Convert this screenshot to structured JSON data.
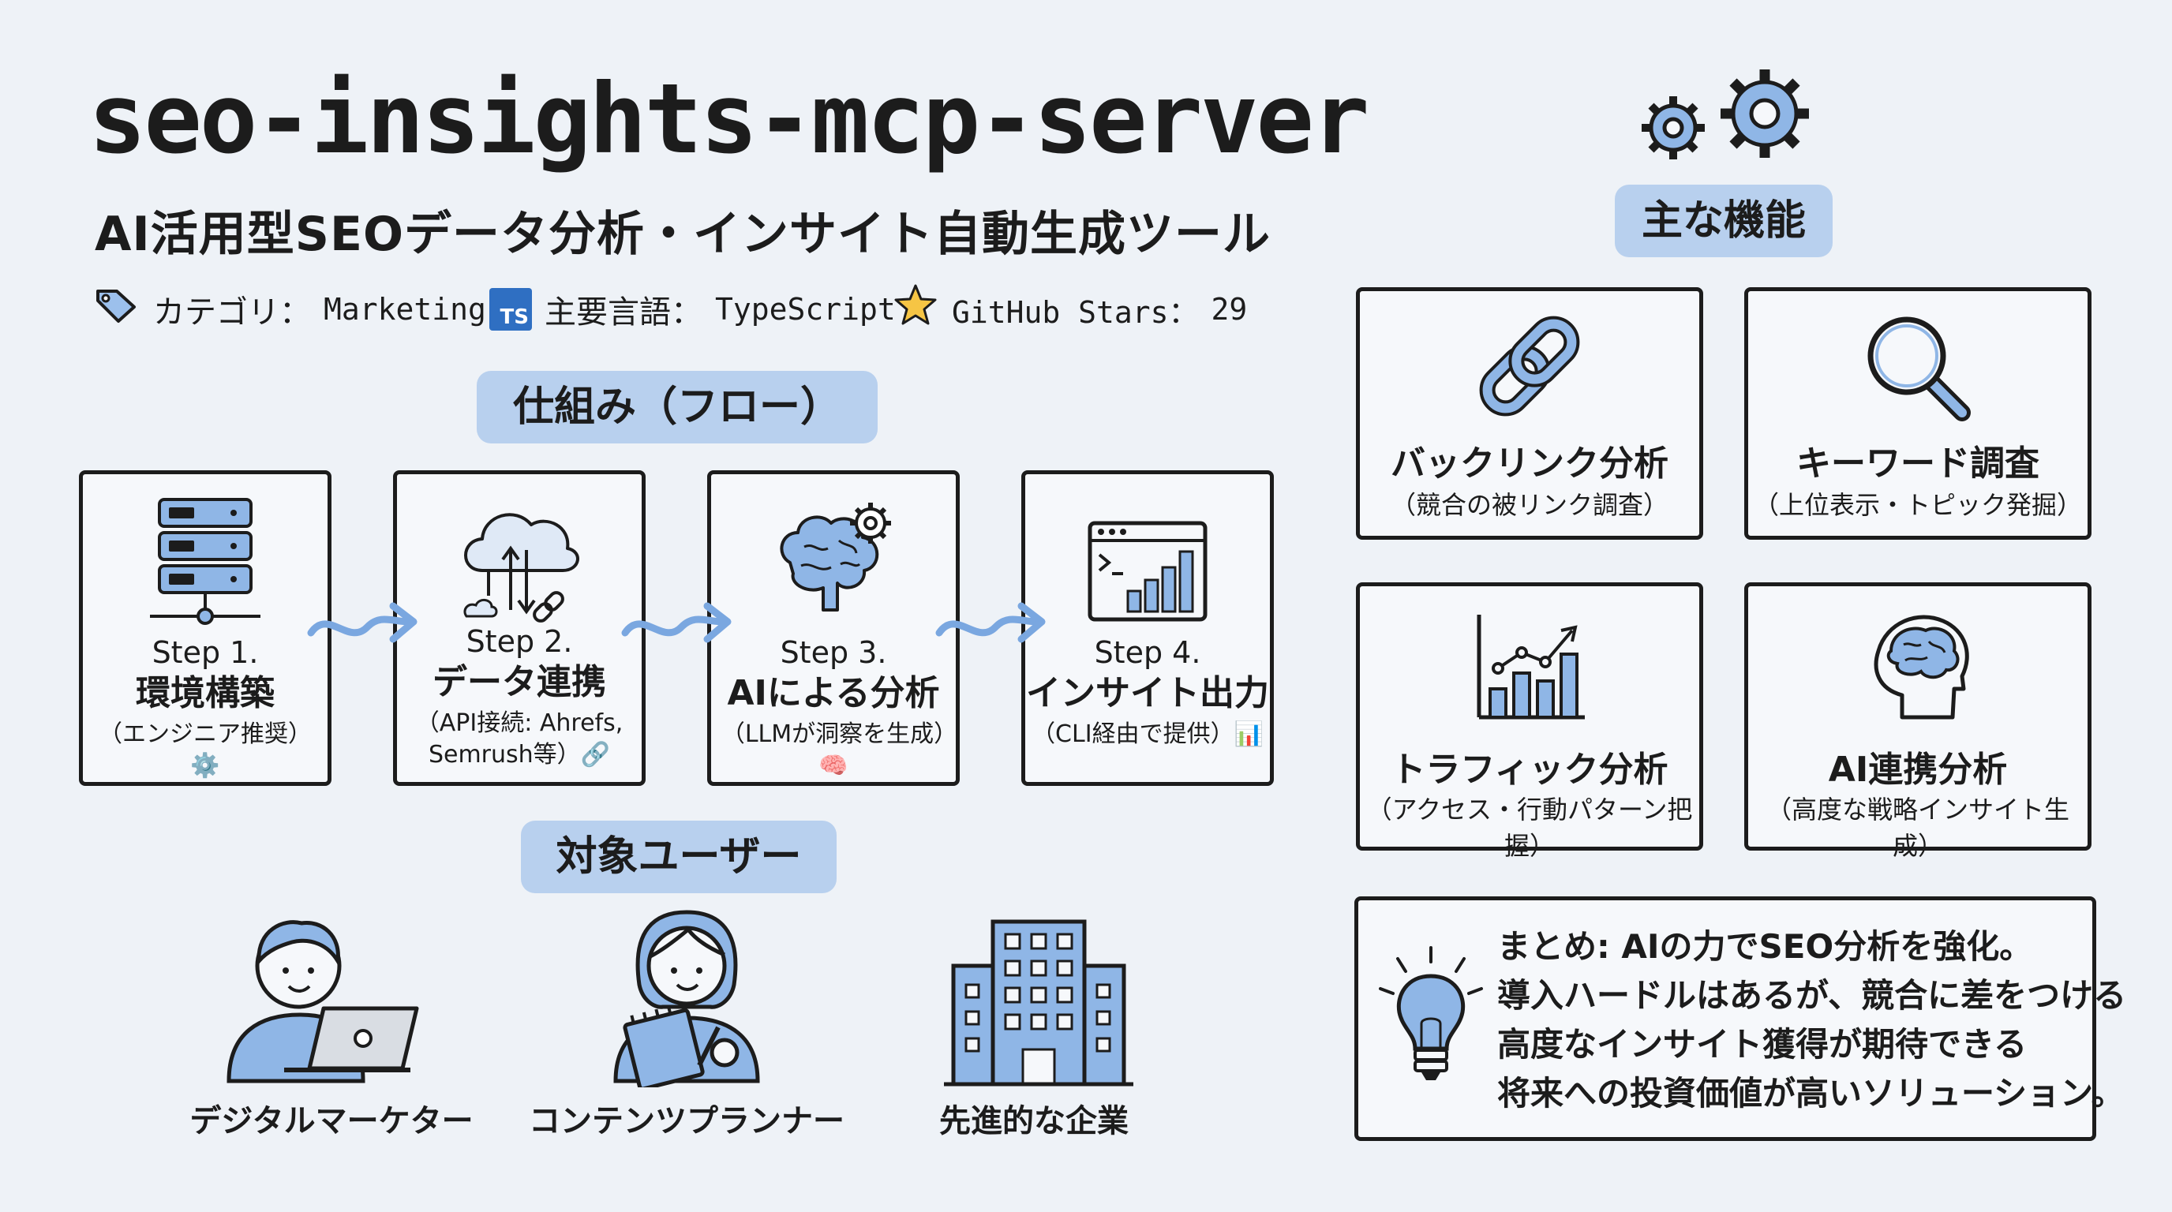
{
  "header": {
    "title": "seo-insights-mcp-server",
    "subtitle": "AI活用型SEOデータ分析・インサイト自動生成ツール",
    "category_label": "カテゴリ：",
    "category_value": "Marketing",
    "lang_badge": "TS",
    "lang_label": "主要言語：",
    "lang_value": "TypeScript",
    "stars_label": "GitHub Stars：",
    "stars_value": "29"
  },
  "flow": {
    "heading": "仕組み（フロー）",
    "steps": [
      {
        "label": "Step 1.",
        "name": "環境構築",
        "note": "（エンジニア推奨）⚙️",
        "icon": "server-icon"
      },
      {
        "label": "Step 2.",
        "name": "データ連携",
        "note": "（API接続: Ahrefs, Semrush等）🔗",
        "icon": "cloud-link-icon"
      },
      {
        "label": "Step 3.",
        "name": "AIによる分析",
        "note": "（LLMが洞察を生成）🧠",
        "icon": "brain-gear-icon"
      },
      {
        "label": "Step 4.",
        "name": "インサイト出力",
        "note": "（CLI経由で提供）📊",
        "icon": "terminal-chart-icon"
      }
    ]
  },
  "users": {
    "heading": "対象ユーザー",
    "items": [
      {
        "label": "デジタルマーケター",
        "icon": "marketer-icon"
      },
      {
        "label": "コンテンツプランナー",
        "icon": "planner-icon"
      },
      {
        "label": "先進的な企業",
        "icon": "building-icon"
      }
    ]
  },
  "features": {
    "heading": "主な機能",
    "items": [
      {
        "name": "バックリンク分析",
        "desc": "（競合の被リンク調査）",
        "icon": "chain-link-icon"
      },
      {
        "name": "キーワード調査",
        "desc": "（上位表示・トピック発掘）",
        "icon": "magnifier-icon"
      },
      {
        "name": "トラフィック分析",
        "desc": "（アクセス・行動パターン把握）",
        "icon": "bar-trend-icon"
      },
      {
        "name": "AI連携分析",
        "desc": "（高度な戦略インサイト生成）",
        "icon": "head-brain-icon"
      }
    ]
  },
  "summary": {
    "line1": "まとめ: AIの力でSEO分析を強化。",
    "line2": "導入ハードルはあるが、競合に差をつける",
    "line3": "高度なインサイト獲得が期待できる",
    "line4": "将来への投資価値が高いソリューション。"
  },
  "colors": {
    "accent_blue": "#8cb4e8",
    "icon_blue": "#6f9fdc",
    "outline": "#1c1c1c",
    "background": "#eef2f7"
  }
}
